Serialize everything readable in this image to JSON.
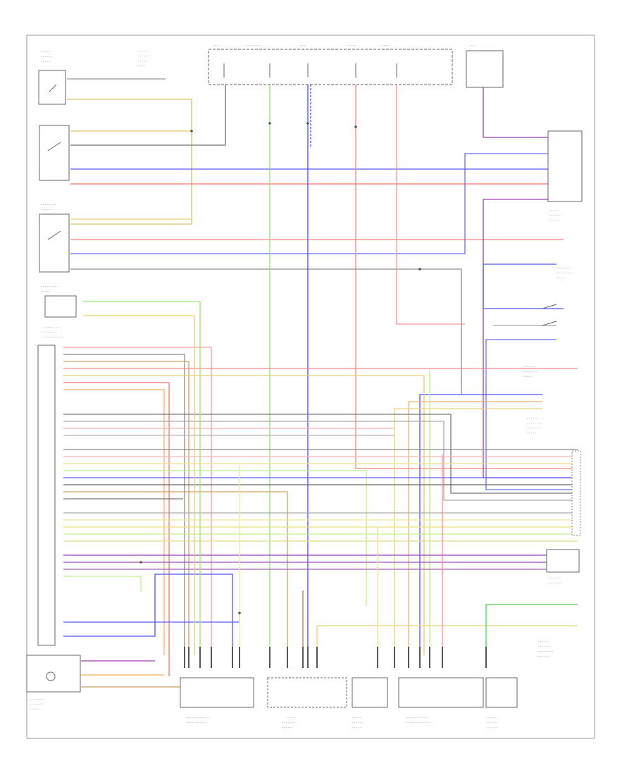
{
  "diagram_type": "automotive wiring schematic",
  "footer_label": "",
  "wire_colors": {
    "yellow": "#e9d27a",
    "light_green": "#b9f08a",
    "green": "#4fd14f",
    "blue": "#4a4aff",
    "light_blue": "#8d8df5",
    "red": "#ff7a7a",
    "pink": "#ffb0b0",
    "purple": "#9b3fb0",
    "brown": "#c9a060",
    "orange": "#f0b070",
    "gray": "#b9b9b9",
    "black": "#606060"
  },
  "components": [
    {
      "id": "left-front-seat-sensor",
      "label": ""
    },
    {
      "id": "fuse-block",
      "label": ""
    },
    {
      "id": "right-front-door-switch",
      "label": ""
    },
    {
      "id": "left-front-door-switch",
      "label": ""
    },
    {
      "id": "passenger-buckle-switch",
      "label": ""
    },
    {
      "id": "driver-buckle-switch",
      "label": ""
    },
    {
      "id": "srs-control-module",
      "label": ""
    },
    {
      "id": "rear-side-sensor",
      "label": ""
    },
    {
      "id": "front-impact-sensor",
      "label": ""
    },
    {
      "id": "alternator-warning-lamp",
      "label": ""
    },
    {
      "id": "left-front-airbag-module",
      "label": ""
    },
    {
      "id": "passenger-airbag-module",
      "label": ""
    },
    {
      "id": "steering-wheel-module",
      "label": ""
    },
    {
      "id": "right-front-airbag-module",
      "label": ""
    }
  ]
}
